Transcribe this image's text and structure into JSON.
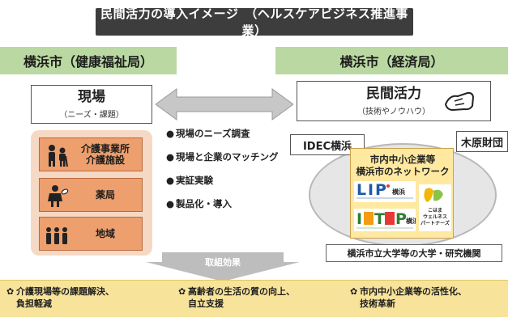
{
  "title": "民間活力の導入イメージ　（ヘルスケアビジネス推進事業）",
  "left_header": "横浜市（健康福祉局）",
  "right_header": "横浜市（経済局）",
  "genba": {
    "title": "現場",
    "subtitle": "（ニーズ・課題）"
  },
  "minkan": {
    "title": "民間活力",
    "subtitle": "（技術やノウハウ）"
  },
  "left_cards": [
    {
      "lines": [
        "介護事業所",
        "介護施設"
      ],
      "icon": "caregiver-icon"
    },
    {
      "lines": [
        "薬局"
      ],
      "icon": "pharmacist-icon"
    },
    {
      "lines": [
        "地域"
      ],
      "icon": "community-people-icon"
    }
  ],
  "bullets": [
    "現場のニーズ調査",
    "現場と企業のマッチング",
    "実証実験",
    "製品化・導入"
  ],
  "network": {
    "idec": "IDEC横浜",
    "kihara": "木原財団",
    "title_line1": "市内中小企業等",
    "title_line2": "横浜市のネットワーク",
    "lip_word": "横浜",
    "itop_word": "横浜",
    "kobo_text": "こはま ウェルネス パートナーズ"
  },
  "university": "横浜市立大学等の大学・研究機関",
  "effect_arrow_label": "取組効果",
  "effects": [
    {
      "line1": "介護現場等の課題解決、",
      "line2": "負担軽減"
    },
    {
      "line1": "高齢者の生活の質の向上、",
      "line2": "自立支援"
    },
    {
      "line1": "市内中小企業等の活性化、",
      "line2": "技術革新"
    }
  ],
  "effect_mark": "✿",
  "colors": {
    "title_bg": "#3d3d3d",
    "header_green": "#b9d8a2",
    "card_orange": "#ed9f6d",
    "panel_peach": "#f6d9c4",
    "network_yellow": "#ffe8a0",
    "banner_yellow": "#f8e39a"
  }
}
